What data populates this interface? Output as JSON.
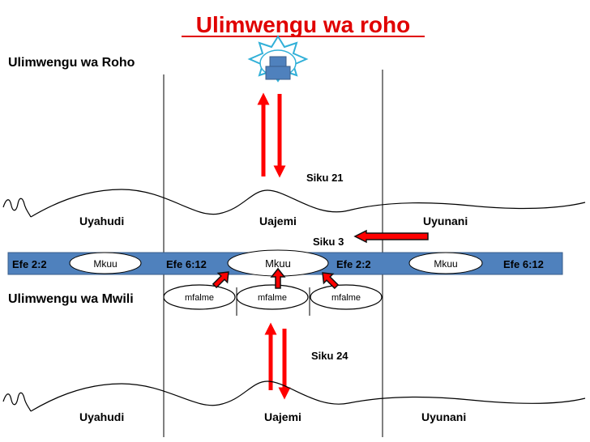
{
  "title": "Ulimwengu wa roho",
  "realms": {
    "spirit": "Ulimwengu wa Roho",
    "flesh": "Ulimwengu wa Mwili"
  },
  "days": {
    "top": "Siku  21",
    "middle": "Siku 3",
    "bottom": "Siku 24"
  },
  "kingdoms_upper": [
    "Uyahudi",
    "Uajemi",
    "Uyunani"
  ],
  "kingdoms_lower": [
    "Uyahudi",
    "Uajemi",
    "Uyunani"
  ],
  "band": {
    "refs": [
      "Efe 2:2",
      "Efe 6:12",
      "Efe 2:2",
      "Efe 6:12"
    ],
    "mkuu": [
      "Mkuu",
      "Mkuu",
      "Mkuu"
    ]
  },
  "kings": [
    "mfalme",
    "mfalme",
    "mfalme"
  ],
  "colors": {
    "title": "#e00000",
    "band": "#4f81bd",
    "band_border": "#385d8a",
    "arrow_red": "#ff0000",
    "arrow_dark": "#7a0000",
    "icon_fill": "#4f81bd",
    "star_stroke": "#31b0d8"
  }
}
